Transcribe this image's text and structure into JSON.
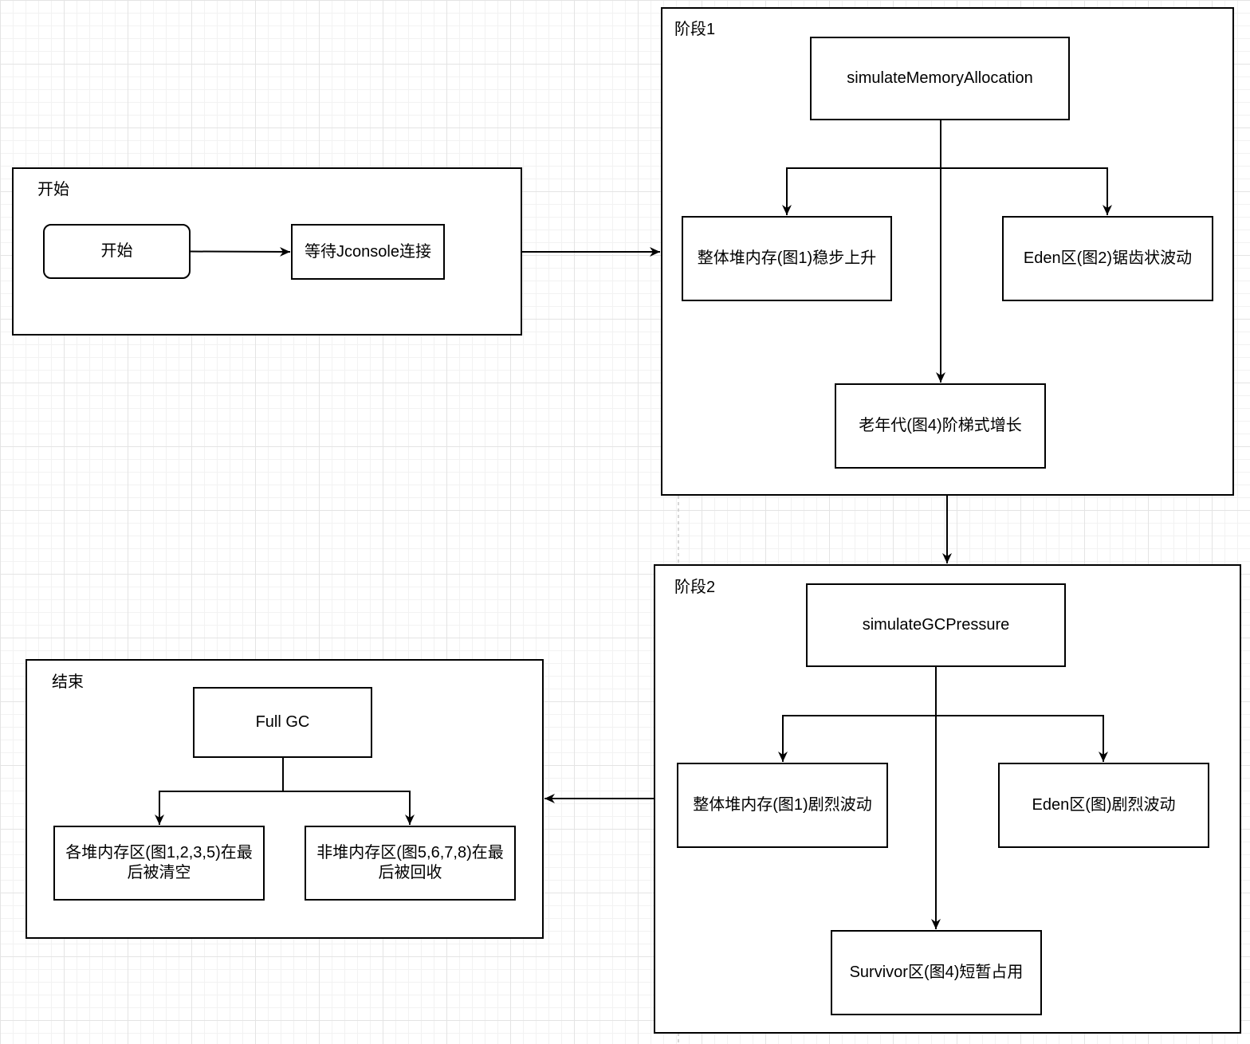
{
  "groups": {
    "start": {
      "title": "开始",
      "start_node": "开始",
      "wait_node": "等待Jconsole连接"
    },
    "stage1": {
      "title": "阶段1",
      "method": "simulateMemoryAllocation",
      "heap": "整体堆内存(图1)稳步上升",
      "eden": "Eden区(图2)锯齿状波动",
      "old": "老年代(图4)阶梯式增长"
    },
    "stage2": {
      "title": "阶段2",
      "method": "simulateGCPressure",
      "heap": "整体堆内存(图1)剧烈波动",
      "eden": "Eden区(图)剧烈波动",
      "survivor": "Survivor区(图4)短暂占用"
    },
    "end": {
      "title": "结束",
      "full_gc": "Full GC",
      "heap_cleared": "各堆内存区(图1,2,3,5)在最后被清空",
      "nonheap_reclaimed": "非堆内存区(图5,6,7,8)在最后被回收"
    }
  }
}
